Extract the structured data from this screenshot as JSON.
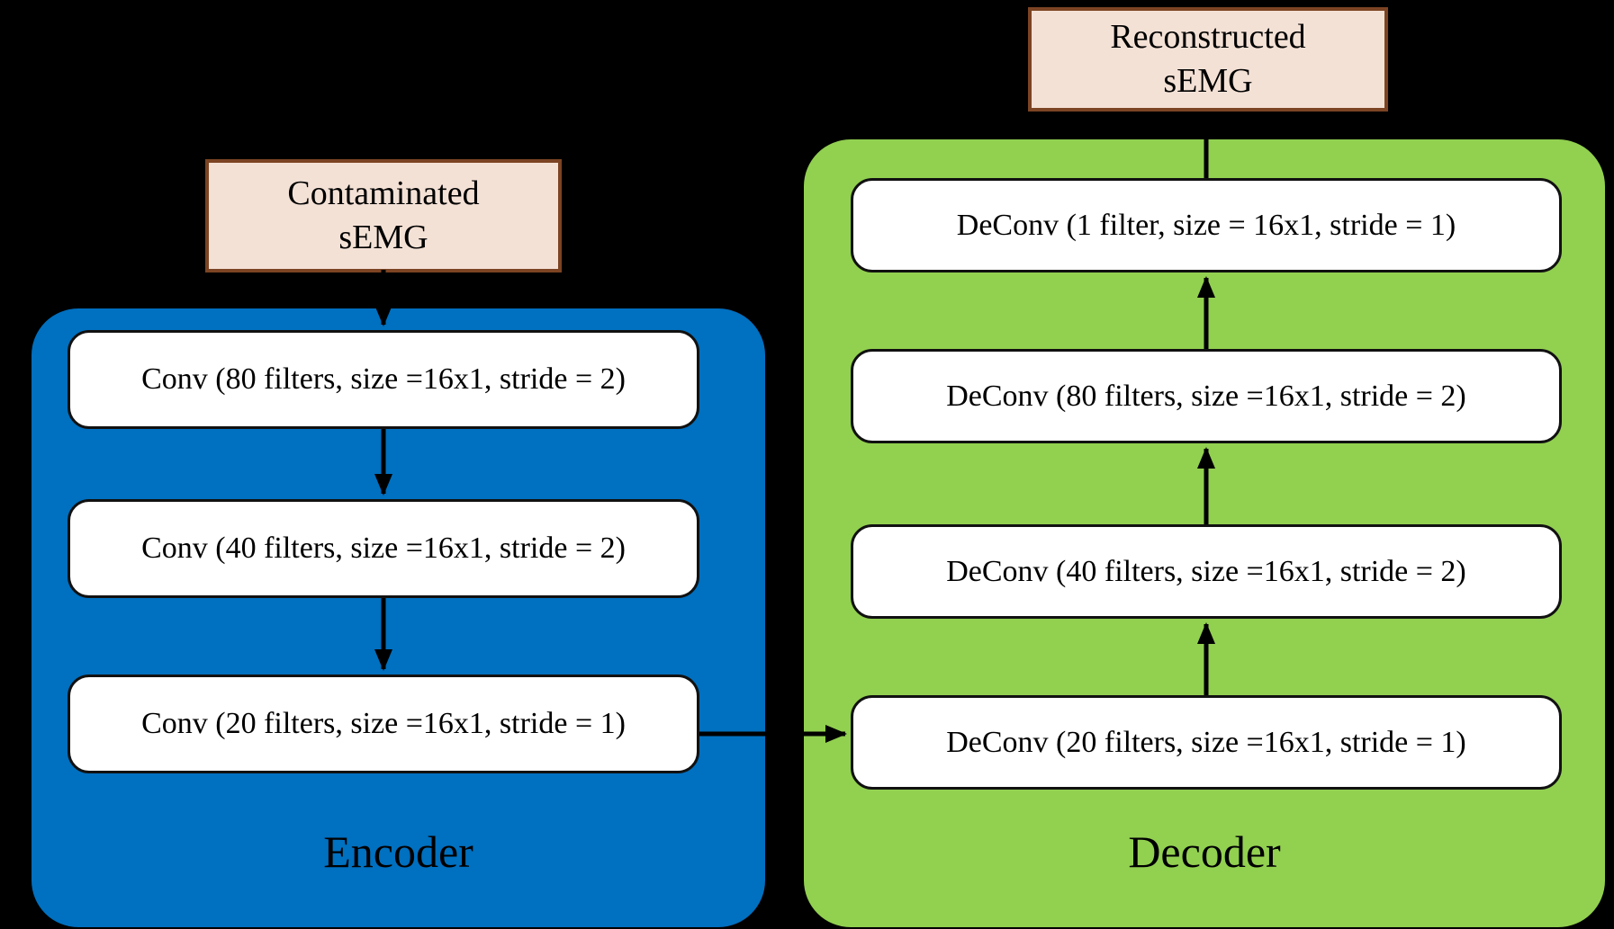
{
  "diagram": {
    "type": "convolutional-autoencoder-architecture",
    "input_box": {
      "line1": "Contaminated",
      "line2": "sEMG"
    },
    "output_box": {
      "line1": "Reconstructed",
      "line2": "sEMG"
    },
    "encoder": {
      "label": "Encoder",
      "layers": [
        "Conv (80 filters, size =16x1, stride = 2)",
        "Conv (40 filters, size =16x1, stride = 2)",
        "Conv (20 filters, size =16x1, stride = 1)"
      ]
    },
    "decoder": {
      "label": "Decoder",
      "layers": [
        "DeConv (1 filter, size = 16x1, stride = 1)",
        "DeConv (80 filters, size =16x1, stride = 2)",
        "DeConv (40 filters, size =16x1, stride = 2)",
        "DeConv (20 filters, size =16x1, stride = 1)"
      ]
    },
    "colors": {
      "background": "#000000",
      "encoder_fill": "#0070C0",
      "decoder_fill": "#92D050",
      "io_fill": "#F4E1D6",
      "io_border": "#7C4423",
      "layer_fill": "#FFFFFF",
      "layer_border": "#111111",
      "arrow": "#000000",
      "text": "#000000"
    }
  }
}
